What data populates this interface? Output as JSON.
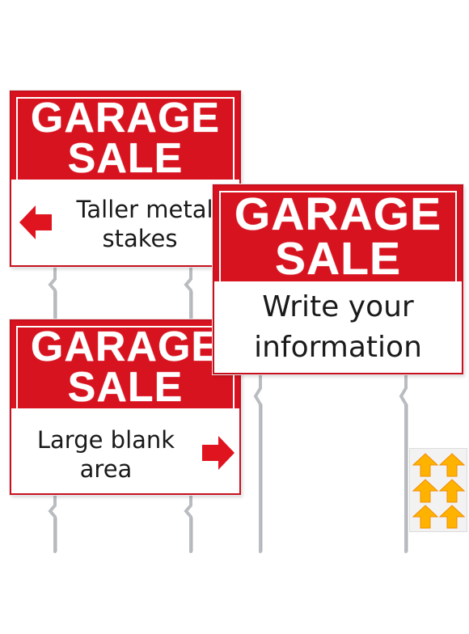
{
  "signs": [
    {
      "headline_line1": "GARAGE",
      "headline_line2": "SALE",
      "line1": "Taller metal",
      "line2": "stakes"
    },
    {
      "headline_line1": "GARAGE",
      "headline_line2": "SALE",
      "line1": "Write your",
      "line2": "information"
    },
    {
      "headline_line1": "GARAGE",
      "headline_line2": "SALE",
      "line1": "Large blank",
      "line2": "area"
    }
  ],
  "colors": {
    "sign_red": "#d7131f",
    "sign_white": "#ffffff",
    "stake_gray": "#b9bcc0",
    "arrow_red": "#e0141f",
    "tag_orange": "#ffb300"
  },
  "icons": [
    "arrow-left-icon",
    "arrow-right-icon",
    "up-arrow-tag-icon"
  ]
}
